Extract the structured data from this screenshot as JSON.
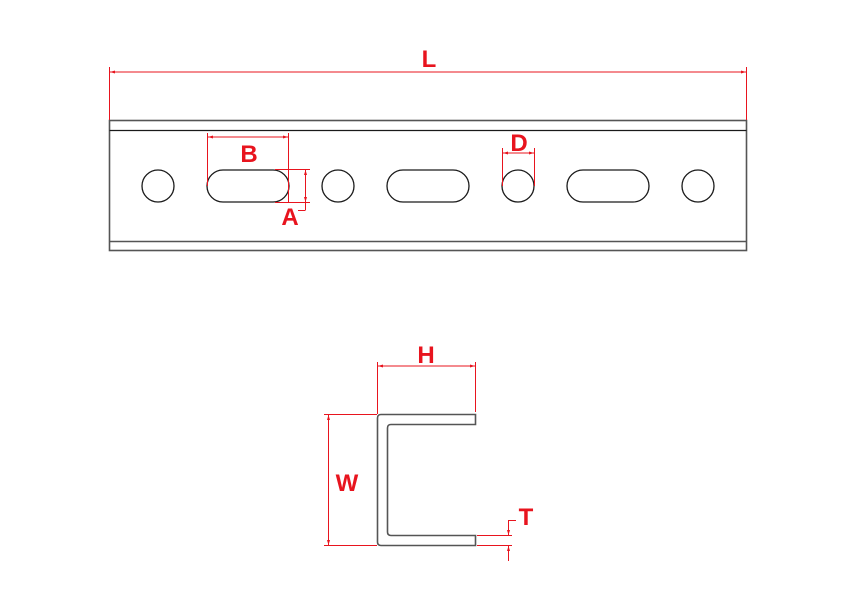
{
  "drawing": {
    "colors": {
      "outline": "#1a1a1a",
      "dimension": "#e8141e",
      "background": "#ffffff"
    },
    "top_view": {
      "name": "slotted channel rail - plan view",
      "holes_row": [
        "round",
        "slot",
        "round",
        "slot",
        "round",
        "slot",
        "round"
      ]
    },
    "section_view": {
      "name": "channel cross-section (C-profile)"
    },
    "dimensions": {
      "length": "L",
      "slot_length": "B",
      "slot_width": "A",
      "hole_diameter": "D",
      "height": "H",
      "width": "W",
      "thickness": "T"
    }
  }
}
